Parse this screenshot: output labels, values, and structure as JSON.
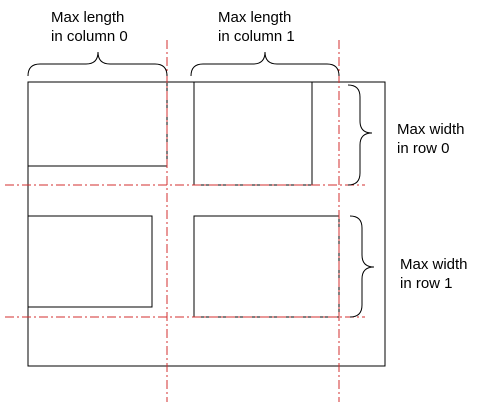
{
  "labels": {
    "col0": [
      "Max length",
      "in column 0"
    ],
    "col1": [
      "Max length",
      "in column 1"
    ],
    "row0": [
      "Max width",
      "in row 0"
    ],
    "row1": [
      "Max width",
      "in row 1"
    ]
  },
  "colors": {
    "stroke": "#000000",
    "guide": "#d32f2f",
    "background": "#ffffff"
  }
}
